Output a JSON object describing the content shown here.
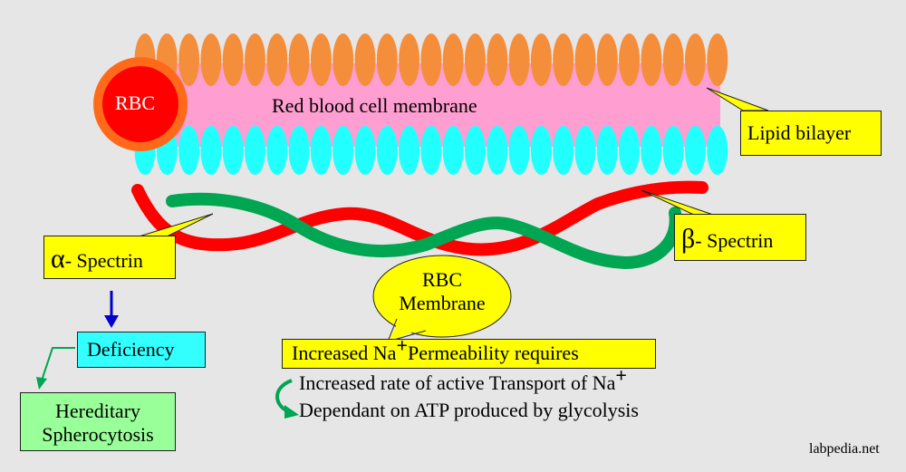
{
  "colors": {
    "background": "#e6e6e6",
    "lipid_head_top": "#f58e3b",
    "lipid_core": "#ff9ed1",
    "lipid_head_bottom": "#22ffff",
    "rbc_fill": "#ff0000",
    "rbc_ring": "#ff6a1a",
    "alpha_strand": "#ff0000",
    "beta_strand": "#00a651",
    "callout_yellow": "#ffff00",
    "deficiency_cyan": "#33ffff",
    "disease_green": "#99ff99",
    "down_arrow": "#0000cc"
  },
  "rbc_label": "RBC",
  "membrane_label": "Red blood cell membrane",
  "lipid_bilayer_label": "Lipid bilayer",
  "alpha": {
    "symbol": "α",
    "text": "- Spectrin"
  },
  "beta": {
    "symbol": "β",
    "text": "- Spectrin"
  },
  "deficiency_label": "Deficiency",
  "hereditary": {
    "line1": "Hereditary",
    "line2": "Spherocytosis"
  },
  "bubble": {
    "line1": "RBC",
    "line2": "Membrane"
  },
  "permeability": {
    "part1": "Increased Na",
    "sup": "+",
    "part2": "Permeability requires"
  },
  "transport": {
    "text": "Increased rate of active Transport of Na",
    "sup": "+"
  },
  "atp_line": "Dependant on ATP produced by glycolysis",
  "watermark": "labpedia.net"
}
